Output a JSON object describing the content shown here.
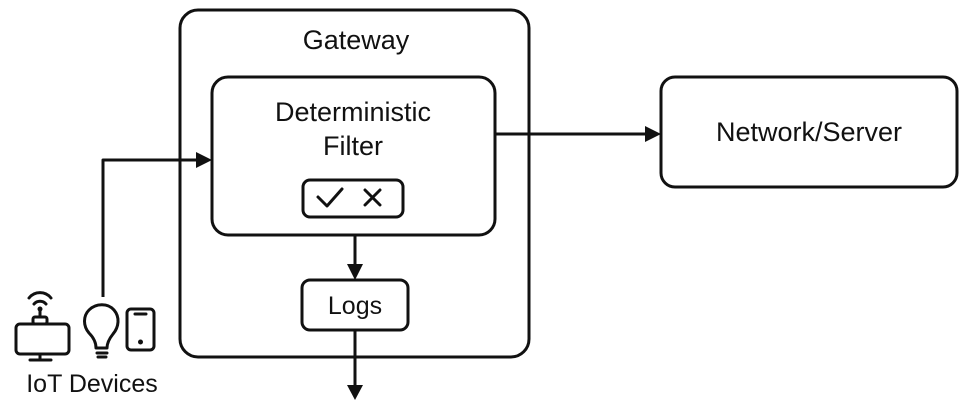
{
  "gateway": {
    "title": "Gateway"
  },
  "filter": {
    "title_line1": "Deterministic",
    "title_line2": "Filter",
    "badge": {
      "pass_icon": "checkmark-icon",
      "reject_icon": "cross-icon"
    }
  },
  "logs": {
    "label": "Logs"
  },
  "server": {
    "label": "Network/Server"
  },
  "devices": {
    "label": "IoT Devices",
    "icons": [
      "wifi-router-icon",
      "lightbulb-icon",
      "smartphone-icon"
    ]
  },
  "colors": {
    "stroke": "#111111",
    "background": "#ffffff"
  }
}
